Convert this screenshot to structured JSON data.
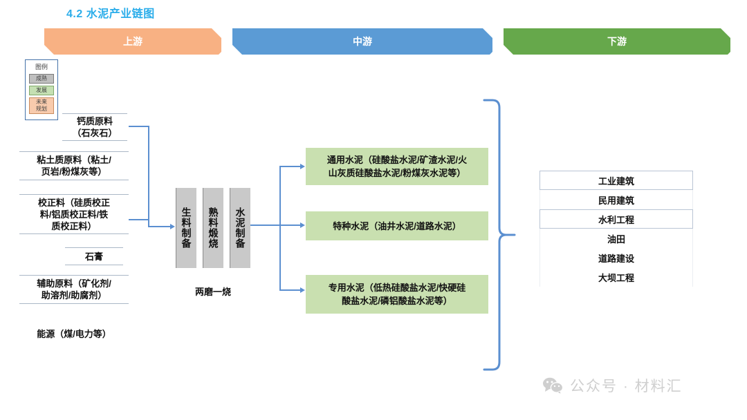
{
  "title": "4.2  水泥产业链图",
  "colors": {
    "title": "#2badea",
    "upstream": "#f8b183",
    "midstream": "#5b9bd5",
    "downstream": "#66a84b",
    "product_green": "#c9e0b0",
    "process_gray": "#c9c9c9",
    "connector": "#5b8fd0",
    "watermark": "#cfcfcf"
  },
  "stages": {
    "upstream": "上游",
    "midstream": "中游",
    "downstream": "下游"
  },
  "legend": {
    "title": "图例",
    "items": [
      {
        "label": "成熟",
        "color": "#bfbfbf"
      },
      {
        "label": "发展",
        "color": "#c5e0b3"
      },
      {
        "label": "未来规划",
        "line1": "未来",
        "line2": "规划",
        "color": "#f8cbad"
      }
    ]
  },
  "upstream_materials": [
    {
      "label": "钙质原料（石灰石）",
      "line1": "钙质原料",
      "line2": "（石灰石）"
    },
    {
      "label": "粘土质原料（粘土/页岩/粉煤灰等）",
      "line1": "粘土质原料（粘土/",
      "line2": "页岩/粉煤灰等）"
    },
    {
      "label": "校正料（硅质校正料/铝质校正料/铁质校正料）",
      "line1": "校正料（硅质校正",
      "line2": "料/铝质校正料/铁",
      "line3": "质校正料）"
    },
    {
      "label": "石膏"
    },
    {
      "label": "辅助原料（矿化剂/助溶剂/助腐剂）",
      "line1": "辅助原料（矿化剂/",
      "line2": "助溶剂/助腐剂）"
    },
    {
      "label": "能源（煤/电力等）"
    }
  ],
  "process": {
    "steps": [
      "生料制备",
      "熟料煅烧",
      "水泥制备"
    ],
    "caption": "两磨一烧"
  },
  "products": [
    {
      "label": "通用水泥（硅酸盐水泥/矿渣水泥/火山灰质硅酸盐水泥/粉煤灰水泥等）",
      "line1": "通用水泥（硅酸盐水泥/矿渣水泥/火",
      "line2": "山灰质硅酸盐水泥/粉煤灰水泥等）"
    },
    {
      "label": "特种水泥（油井水泥/道路水泥）"
    },
    {
      "label": "专用水泥（低热硅酸盐水泥/快硬硅酸盐水泥/磷铝酸盐水泥等）",
      "line1": "专用水泥（低热硅酸盐水泥/快硬硅",
      "line2": "酸盐水泥/磷铝酸盐水泥等）"
    }
  ],
  "applications": [
    "工业建筑",
    "民用建筑",
    "水利工程",
    "油田",
    "道路建设",
    "大坝工程"
  ],
  "watermark": {
    "icon": "wechat-icon",
    "text": "公众号 · 材料汇"
  }
}
